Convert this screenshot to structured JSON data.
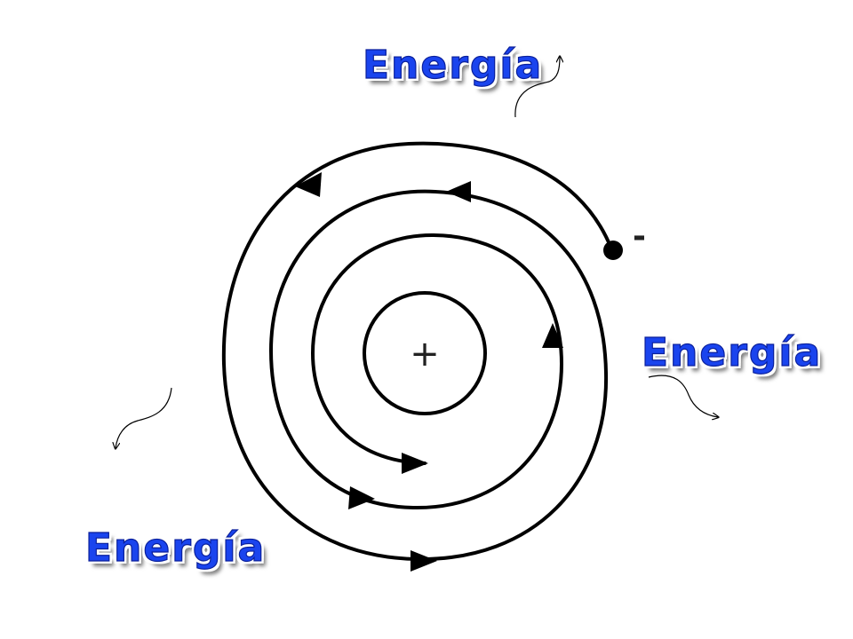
{
  "labels": {
    "energy_top": "Energía",
    "energy_right": "Energía",
    "energy_left": "Energía"
  },
  "nucleus": {
    "charge_symbol": "+"
  },
  "electron": {
    "charge_symbol": "-"
  },
  "colors": {
    "label_fill": "#1a44ee",
    "label_outline": "#0a1f9a",
    "line": "#000000",
    "background": "#ffffff"
  }
}
